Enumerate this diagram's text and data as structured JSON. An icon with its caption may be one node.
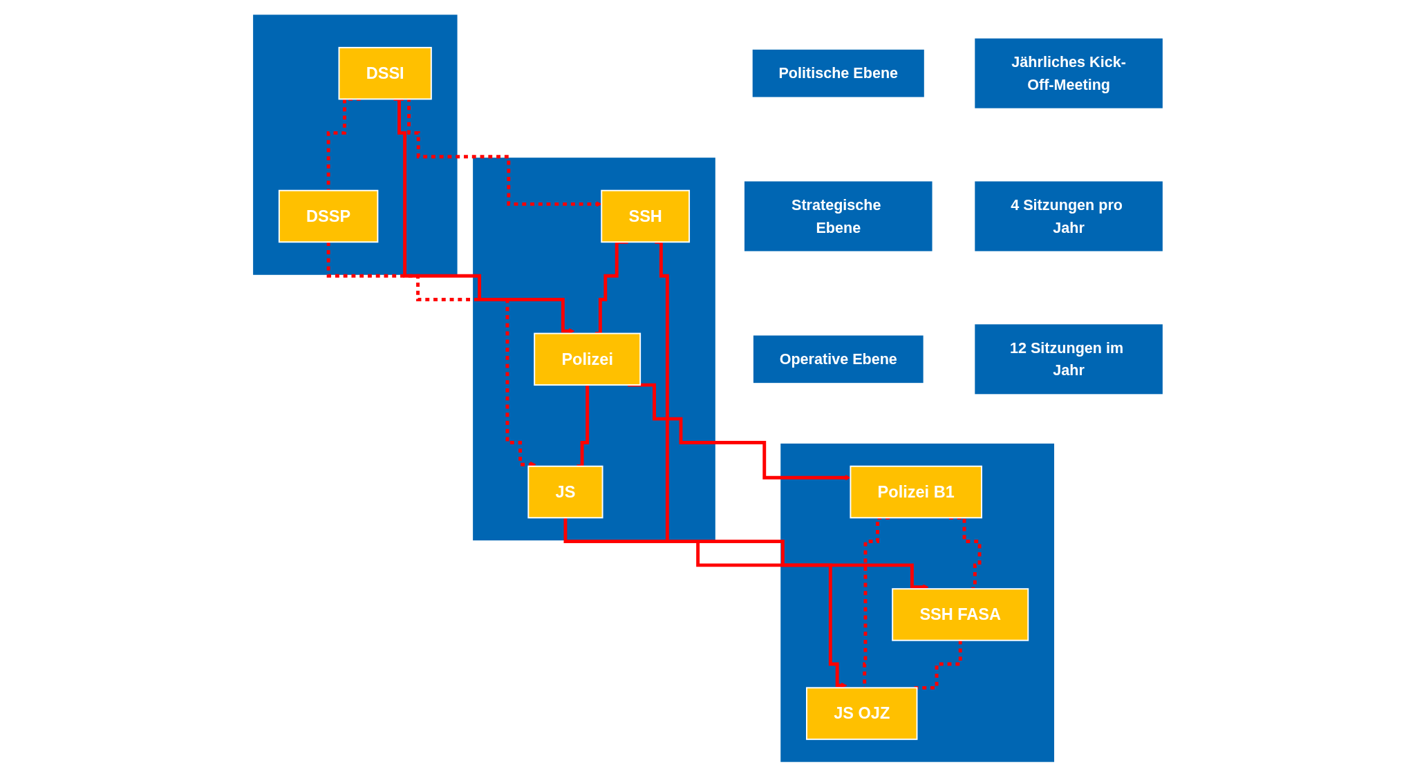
{
  "diagram": {
    "nodes": [
      {
        "text": [
          "Politische Ebene"
        ]
      },
      {
        "text": [],
        "shape": "box"
      },
      {
        "text": [
          "DSSI"
        ],
        "in": 1
      },
      {
        "text": [
          "DSSP"
        ],
        "in": 1
      },
      {
        "text": [
          "Jährliches Kick-Off-Meeting"
        ]
      },
      {
        "text": [
          "Strategische Ebene"
        ]
      },
      {
        "text": [],
        "shape": "box"
      },
      {
        "text": [
          "SSH"
        ],
        "in": 6
      },
      {
        "text": [
          "Polizei"
        ],
        "in": 6
      },
      {
        "text": [
          "JS"
        ],
        "in": 6
      },
      {
        "text": [
          "4 Sitzungen pro Jahr"
        ]
      },
      {
        "text": [
          "Operative Ebene"
        ]
      },
      {
        "text": [],
        "shape": "box"
      },
      {
        "text": [
          "Polizei B1"
        ],
        "in": 12
      },
      {
        "text": [
          "SSH FASA"
        ],
        "in": 12
      },
      {
        "text": [
          "JS OJZ"
        ],
        "in": 12
      },
      {
        "text": [
          "12 Sitzungen im Jahr"
        ]
      }
    ],
    "edges": [
      {
        "from": 2,
        "to": 3,
        "arrow": "none",
        "style": "dashed"
      },
      {
        "from": 2,
        "to": 7,
        "arrow": "to",
        "style": "dashed"
      },
      {
        "from": 2,
        "to": 8,
        "arrow": "to"
      },
      {
        "from": 3,
        "to": 9,
        "arrow": "to",
        "style": "dashed"
      },
      {
        "from": 7,
        "to": 8,
        "arrow": "none"
      },
      {
        "from": 8,
        "to": 9,
        "arrow": "none"
      },
      {
        "from": 7,
        "to": 14,
        "arrow": "to"
      },
      {
        "from": 8,
        "to": 13,
        "arrow": "to"
      },
      {
        "from": 9,
        "to": 15,
        "arrow": "to"
      },
      {
        "from": 13,
        "to": 14,
        "arrow": "none",
        "style": "dashed"
      },
      {
        "from": 13,
        "to": 15,
        "arrow": "none",
        "style": "dashed"
      },
      {
        "from": 14,
        "to": 15,
        "arrow": "none",
        "style": "dashed"
      }
    ]
  }
}
